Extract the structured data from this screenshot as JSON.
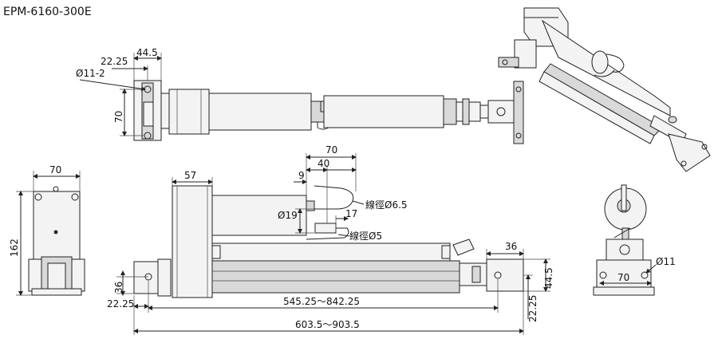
{
  "title": "EPM-6160-300E",
  "dimensions": {
    "top_d44_5": "44.5",
    "top_d22_25": "22.25",
    "top_hole": "Ø11-2",
    "top_d70": "70",
    "side_d70": "70",
    "side_d40": "40",
    "side_d9": "9",
    "side_d19": "Ø19",
    "side_d17": "17",
    "cable_1": "線徑Ø6.5",
    "cable_2": "線徑Ø5",
    "side_d57": "57",
    "side_d36_right": "36",
    "side_d44_5_right": "44.5",
    "side_d36_left": "36",
    "side_d22_25_left": "22.25",
    "side_d22_25_right": "22.25",
    "stroke_range": "545.25～842.25",
    "total_range": "603.5～903.5",
    "front_d70": "70",
    "front_d162": "162",
    "end_d11": "Ø11",
    "end_d70": "70"
  }
}
